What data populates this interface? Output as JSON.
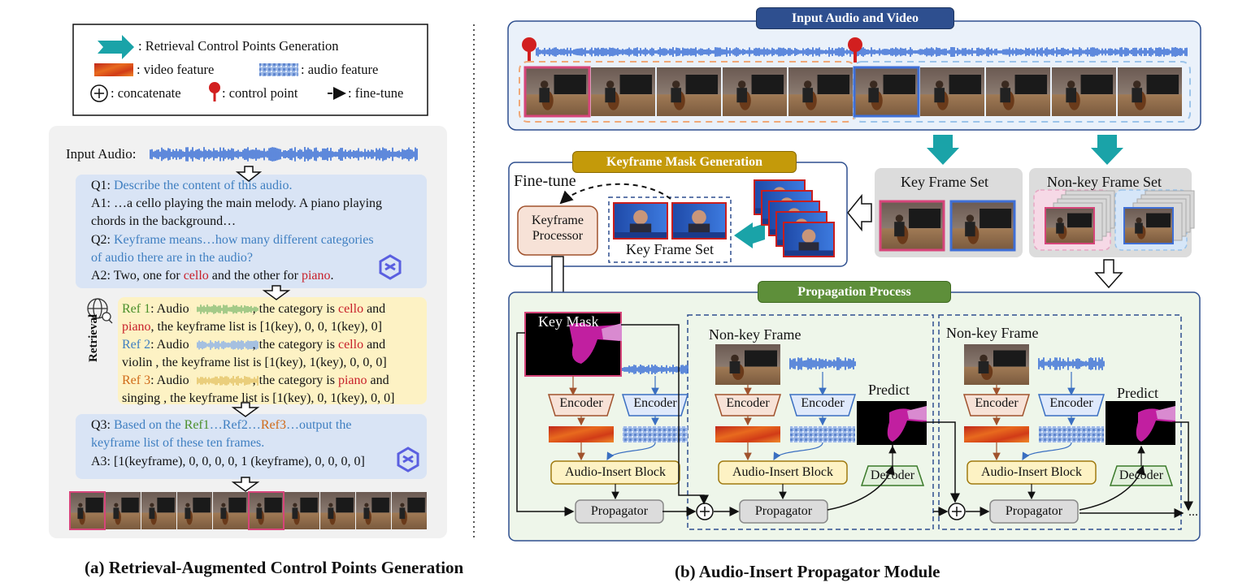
{
  "legend": {
    "retrieval_label": ": Retrieval Control Points Generation",
    "video_feature_label": ": video feature",
    "audio_feature_label": ": audio feature",
    "concat_symbol": "⊕",
    "concat_label": ": concatenate",
    "control_point_label": ": control point",
    "finetune_label": ": fine-tune"
  },
  "left": {
    "input_audio": "Input Audio:",
    "q1_label": "Q1:",
    "q1_text": "Describe the content of this audio.",
    "a1_line1": "A1: …a cello playing the main melody. A piano playing",
    "a1_line2": "chords in the background…",
    "q2_label": "Q2:",
    "q2_line1": "Keyframe means…how many different categories",
    "q2_line2": "of audio there are in the audio?",
    "a2_pre": "A2: Two, one for ",
    "a2_cello": "cello",
    "a2_mid": " and the other for ",
    "a2_piano": "piano",
    "a2_post": ".",
    "retrieval_vertical": "Retrieval",
    "ref1_label": "Ref 1",
    "ref1_a": ": Audio",
    "ref1_b": ", the category is ",
    "ref1_cat1": "cello",
    "ref1_c": " and",
    "ref1_cat2": "piano",
    "ref1_d": ", the keyframe list is [1(key), 0, 0, 1(key), 0]",
    "ref2_label": "Ref 2",
    "ref2_a": ": Audio",
    "ref2_b": ", the category is ",
    "ref2_cat1": "cello",
    "ref2_c": " and",
    "ref2_d": "violin , the keyframe list is [1(key), 1(key), 0, 0, 0]",
    "ref3_label": "Ref 3",
    "ref3_a": ": Audio",
    "ref3_b": ", the category is ",
    "ref3_cat1": "piano",
    "ref3_c": " and",
    "ref3_d": "singing , the keyframe list is [1(key), 0, 1(key), 0, 0]",
    "q3_label": "Q3:",
    "q3_a": "Based on the ",
    "q3_ref1": "Ref1",
    "q3_b": "…",
    "q3_ref2": "Ref2",
    "q3_c": "…",
    "q3_ref3": "Ref3",
    "q3_d": "…output the",
    "q3_line2": "keyframe list of these ten frames.",
    "a3": "A3: [1(keyframe), 0, 0, 0, 0, 1 (keyframe), 0, 0, 0, 0]"
  },
  "right": {
    "input_av_title": "Input Audio and Video",
    "keyframe_mask_title": "Keyframe Mask Generation",
    "finetune": "Fine-tune",
    "keyframe_processor": "Keyframe\nProcessor",
    "key_frame_set_inner": "Key Frame Set",
    "key_frame_set": "Key Frame Set",
    "nonkey_frame_set": "Non-key Frame Set",
    "propagation_title": "Propagation Process",
    "key_mask": "Key Mask",
    "nonkey_frame_1": "Non-key Frame",
    "nonkey_frame_2": "Non-key Frame",
    "encoder": "Encoder",
    "audio_insert": "Audio-Insert Block",
    "propagator": "Propagator",
    "predict": "Predict",
    "decoder": "Decoder",
    "ellipsis": "..."
  },
  "captions": {
    "a": "(a) Retrieval-Augmented Control Points Generation",
    "b": "(b) Audio-Insert Propagator Module"
  },
  "colors": {
    "blue_title": "#2e4f8f",
    "gold_title": "#c49a0a",
    "green_title": "#5e8f3a",
    "teal_arrow": "#1aa3a8",
    "pink_frame": "#d6457a",
    "blue_frame": "#3f6fd6"
  }
}
